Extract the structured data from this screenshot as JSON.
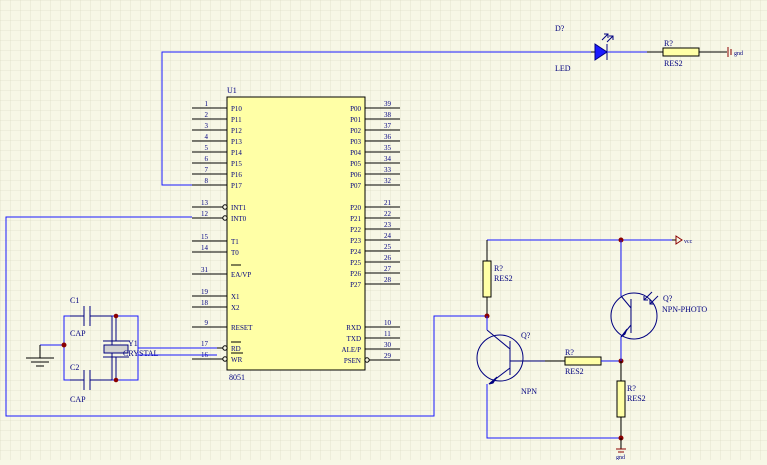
{
  "title": "",
  "colors": {
    "background": "#f7f7e6",
    "grid": "#d6d6bd",
    "wire": "#1a1aff",
    "component": "#000080",
    "chip_fill": "#ffffa6",
    "junction": "#8b0000",
    "led_fill": "#1a1aff"
  },
  "mcu": {
    "designator": "U1",
    "part": "8051",
    "left_pins": [
      {
        "num": "1",
        "name": "P10"
      },
      {
        "num": "2",
        "name": "P11"
      },
      {
        "num": "3",
        "name": "P12"
      },
      {
        "num": "4",
        "name": "P13"
      },
      {
        "num": "5",
        "name": "P14"
      },
      {
        "num": "6",
        "name": "P15"
      },
      {
        "num": "7",
        "name": "P16"
      },
      {
        "num": "8",
        "name": "P17"
      },
      {
        "num": "13",
        "name": "INT1"
      },
      {
        "num": "12",
        "name": "INT0"
      },
      {
        "num": "15",
        "name": "T1"
      },
      {
        "num": "14",
        "name": "T0"
      },
      {
        "num": "31",
        "name": "EA/VP"
      },
      {
        "num": "19",
        "name": "X1"
      },
      {
        "num": "18",
        "name": "X2"
      },
      {
        "num": "9",
        "name": "RESET"
      },
      {
        "num": "17",
        "name": "RD"
      },
      {
        "num": "16",
        "name": "WR"
      }
    ],
    "right_pins": [
      {
        "num": "39",
        "name": "P00"
      },
      {
        "num": "38",
        "name": "P01"
      },
      {
        "num": "37",
        "name": "P02"
      },
      {
        "num": "36",
        "name": "P03"
      },
      {
        "num": "35",
        "name": "P04"
      },
      {
        "num": "34",
        "name": "P05"
      },
      {
        "num": "33",
        "name": "P06"
      },
      {
        "num": "32",
        "name": "P07"
      },
      {
        "num": "21",
        "name": "P20"
      },
      {
        "num": "22",
        "name": "P21"
      },
      {
        "num": "23",
        "name": "P22"
      },
      {
        "num": "24",
        "name": "P23"
      },
      {
        "num": "25",
        "name": "P24"
      },
      {
        "num": "26",
        "name": "P25"
      },
      {
        "num": "27",
        "name": "P26"
      },
      {
        "num": "28",
        "name": "P27"
      },
      {
        "num": "10",
        "name": "RXD"
      },
      {
        "num": "11",
        "name": "TXD"
      },
      {
        "num": "30",
        "name": "ALE/P"
      },
      {
        "num": "29",
        "name": "PSEN"
      }
    ]
  },
  "components": {
    "led": {
      "designator": "D?",
      "value": "LED"
    },
    "r_led": {
      "designator": "R?",
      "value": "RES2"
    },
    "c1": {
      "designator": "C1",
      "value": "CAP"
    },
    "c2": {
      "designator": "C2",
      "value": "CAP"
    },
    "y1": {
      "designator": "Y1",
      "value": "CRYSTAL"
    },
    "r_collector": {
      "designator": "R?",
      "value": "RES2"
    },
    "q_npn": {
      "designator": "Q?",
      "value": "NPN"
    },
    "r_base": {
      "designator": "R?",
      "value": "RES2"
    },
    "q_photo": {
      "designator": "Q?",
      "value": "NPN-PHOTO"
    },
    "r_emitter": {
      "designator": "R?",
      "value": "RES2"
    }
  },
  "nets": {
    "vcc": "vcc",
    "gnd_led": "gnd",
    "gnd_bottom": "gnd"
  }
}
